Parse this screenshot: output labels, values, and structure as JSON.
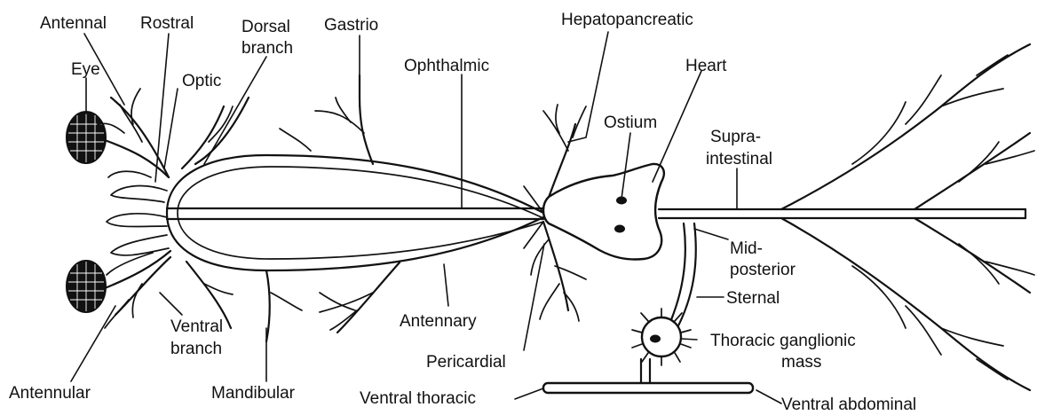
{
  "labels": {
    "antennal": "Antennal",
    "rostral": "Rostral",
    "dorsal_branch_1": "Dorsal",
    "dorsal_branch_2": "branch",
    "gastrio": "Gastrio",
    "hepatopancreatic": "Hepatopancreatic",
    "eye": "Eye",
    "optic": "Optic",
    "ophthalmic": "Ophthalmic",
    "heart": "Heart",
    "ostium": "Ostium",
    "supra_intestinal_1": "Supra-",
    "supra_intestinal_2": "intestinal",
    "mid_posterior_1": "Mid-",
    "mid_posterior_2": "posterior",
    "sternal": "Sternal",
    "ventral_branch_1": "Ventral",
    "ventral_branch_2": "branch",
    "antennary": "Antennary",
    "thoracic_ganglionic_mass_1": "Thoracic ganglionic",
    "thoracic_ganglionic_mass_2": "mass",
    "pericardial": "Pericardial",
    "antennular": "Antennular",
    "mandibular": "Mandibular",
    "ventral_thoracic": "Ventral thoracic",
    "ventral_abdominal": "Ventral abdominal"
  }
}
